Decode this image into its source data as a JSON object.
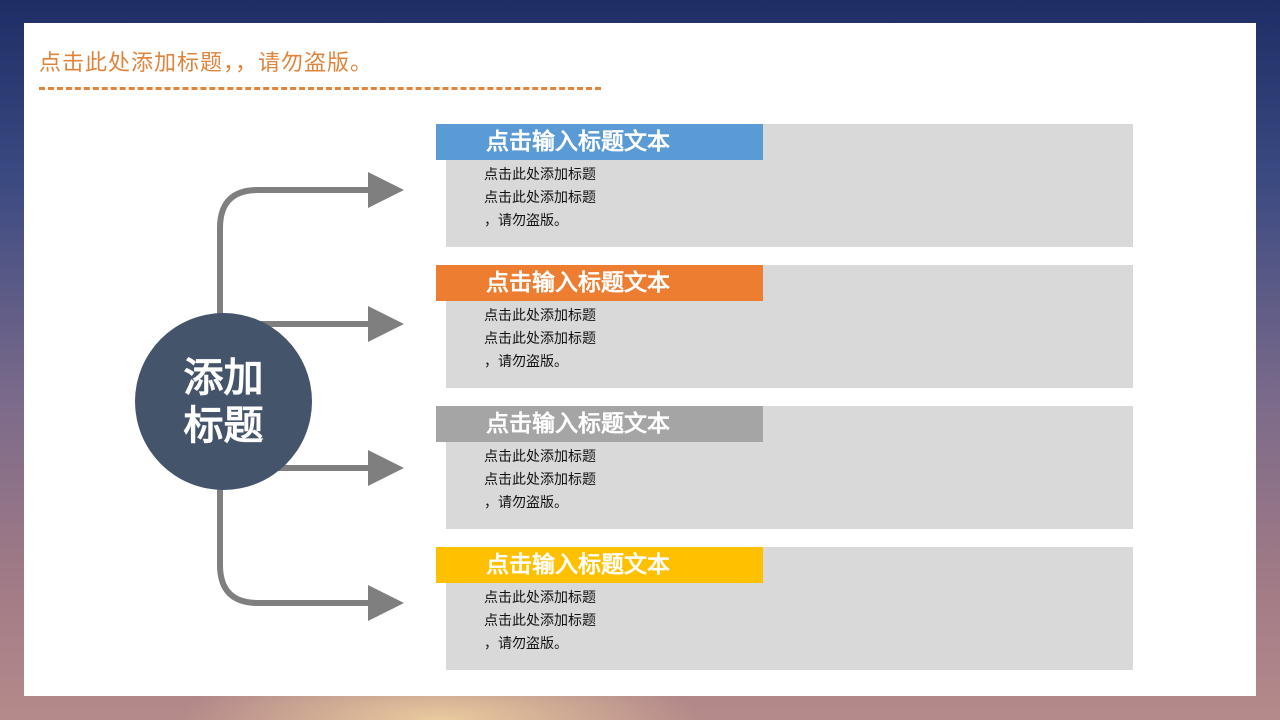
{
  "slide": {
    "title": "点击此处添加标题，，请勿盗版。",
    "accent_color": "#e0843c"
  },
  "hub": {
    "line1": "添加",
    "line2": "标题",
    "color": "#44546a"
  },
  "cards": [
    {
      "heading": "点击输入标题文本",
      "color": "#5b9bd5",
      "lines": [
        "点击此处添加标题",
        "点击此处添加标题",
        "，请勿盗版。"
      ]
    },
    {
      "heading": "点击输入标题文本",
      "color": "#ed7d31",
      "lines": [
        "点击此处添加标题",
        "点击此处添加标题",
        "，请勿盗版。"
      ]
    },
    {
      "heading": "点击输入标题文本",
      "color": "#a5a5a5",
      "lines": [
        "点击此处添加标题",
        "点击此处添加标题",
        "，请勿盗版。"
      ]
    },
    {
      "heading": "点击输入标题文本",
      "color": "#ffc000",
      "lines": [
        "点击此处添加标题",
        "点击此处添加标题",
        "，请勿盗版。"
      ]
    }
  ],
  "connector_color": "#7f7f7f"
}
